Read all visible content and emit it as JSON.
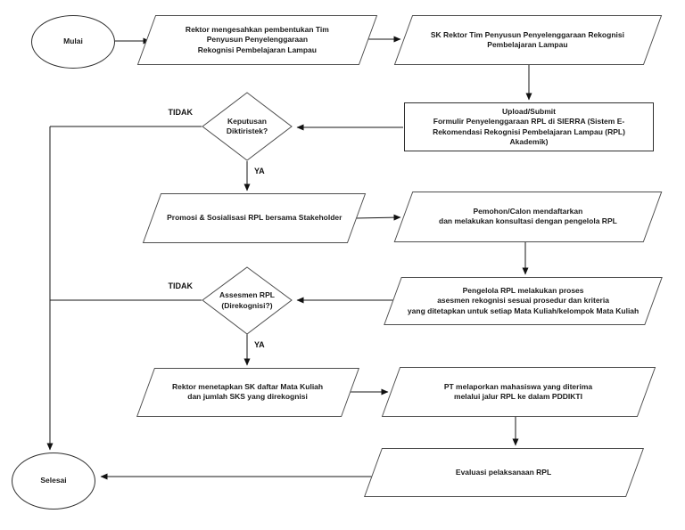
{
  "flowchart": {
    "start_label": "Mulai",
    "end_label": "Selesai",
    "nodes": {
      "form_team": "Rektor mengesahkan pembentukan Tim\nPenyusun Penyelenggaraan\nRekognisi Pembelajaran Lampau",
      "sk_rektor": "SK Rektor Tim Penyusun Penyelenggaraan Rekognisi\nPembelajaran Lampau",
      "upload_submit": "Upload/Submit\nFormulir Penyelenggaraan RPL di SIERRA (Sistem E-\nRekomendasi Rekognisi Pembelajaran Lampau (RPL)\nAkademik)",
      "keputusan": "Keputusan\nDiktiristek?",
      "promosi": "Promosi & Sosialisasi RPL bersama Stakeholder",
      "pemohon": "Pemohon/Calon mendaftarkan\ndan melakukan konsultasi dengan pengelola RPL",
      "assesmen": "Assesmen RPL\n(Direkognisi?)",
      "pengelola": "Pengelola RPL melakukan proses\nasesmen rekognisi sesuai prosedur dan kriteria\nyang ditetapkan untuk setiap Mata Kuliah/kelompok Mata Kuliah",
      "sk_matkul": "Rektor menetapkan SK daftar Mata Kuliah\ndan jumlah SKS yang direkognisi",
      "pddikti": "PT melaporkan mahasiswa yang diterima\nmelalui jalur RPL ke dalam PDDIKTI",
      "evaluasi": "Evaluasi pelaksanaan RPL"
    },
    "edge_labels": {
      "tidak_1": "TIDAK",
      "ya_1": "YA",
      "tidak_2": "TIDAK",
      "ya_2": "YA"
    },
    "colors": {
      "background": "#ffffff",
      "shape_border": "#4d4d4d",
      "connector": "#161616",
      "text": "#1a1a1a"
    }
  }
}
